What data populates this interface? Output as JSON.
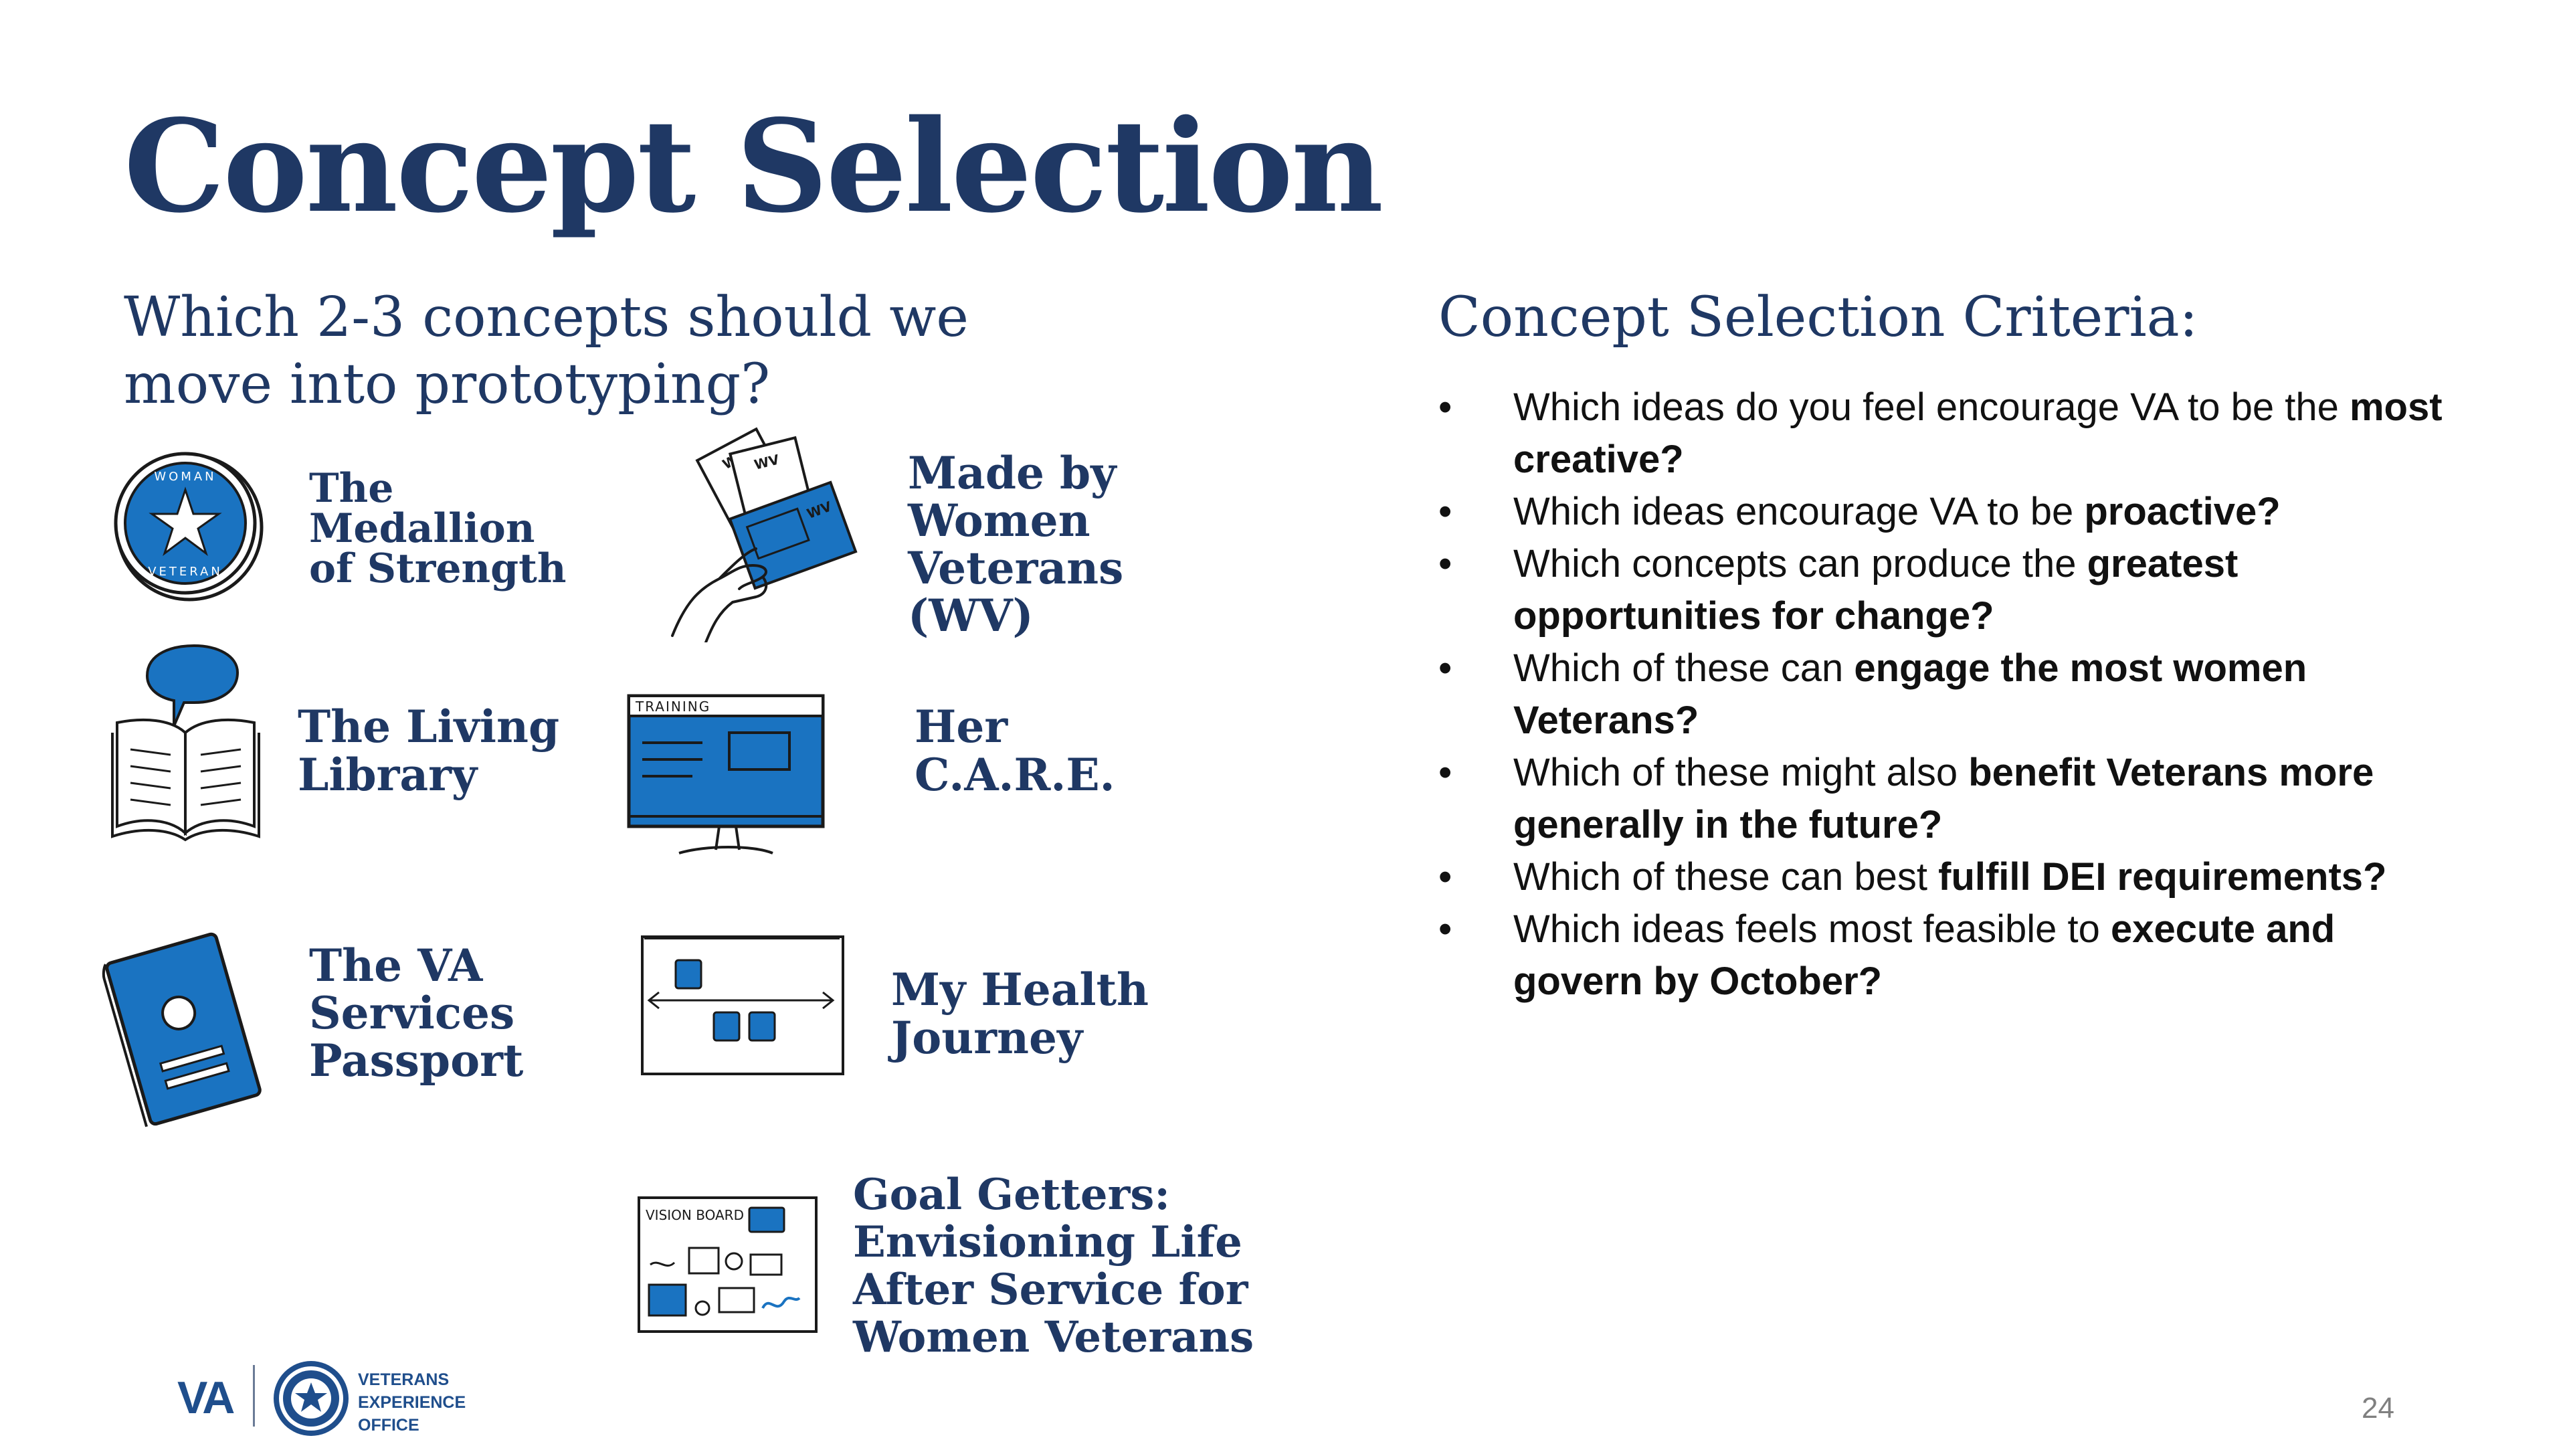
{
  "slide": {
    "title": "Concept Selection",
    "left_subheading": "Which 2-3 concepts should we move into prototyping?",
    "right_subheading": "Concept Selection Criteria:",
    "page_number": "24"
  },
  "concepts": [
    {
      "label_lines": [
        "The",
        "Medallion",
        "of Strength"
      ],
      "icon": "medallion-icon"
    },
    {
      "label_lines": [
        "Made by",
        "Women",
        "Veterans",
        "(WV)"
      ],
      "icon": "cards-in-hand-icon"
    },
    {
      "label_lines": [
        "The Living",
        "Library"
      ],
      "icon": "book-speech-bubble-icon"
    },
    {
      "label_lines": [
        "Her",
        "C.A.R.E."
      ],
      "icon": "monitor-icon"
    },
    {
      "label_lines": [
        "The VA",
        "Services",
        "Passport"
      ],
      "icon": "passport-icon"
    },
    {
      "label_lines": [
        "My Health",
        "Journey"
      ],
      "icon": "journey-board-icon"
    },
    {
      "label_lines": [
        "Goal Getters:",
        "Envisioning Life",
        "After Service for",
        "Women Veterans"
      ],
      "icon": "vision-board-icon"
    }
  ],
  "icon_text": {
    "medallion_top": "WOMAN",
    "medallion_bottom": "VETERAN",
    "card_1": "WV",
    "card_2": "WV",
    "card_3": "WV",
    "monitor": "TRAINING",
    "vision_board": "VISION BOARD"
  },
  "criteria": [
    {
      "bullet": "•",
      "parts": [
        {
          "text": "Which ideas do you feel encourage VA to be the ",
          "bold": false
        },
        {
          "text": "most creative?",
          "bold": true
        }
      ]
    },
    {
      "bullet": "•",
      "parts": [
        {
          "text": "Which ideas encourage VA to be ",
          "bold": false
        },
        {
          "text": "proactive?",
          "bold": true
        }
      ]
    },
    {
      "bullet": "•",
      "parts": [
        {
          "text": "Which concepts can produce the ",
          "bold": false
        },
        {
          "text": "greatest opportunities for change?",
          "bold": true
        }
      ]
    },
    {
      "bullet": "•",
      "parts": [
        {
          "text": "Which of these can ",
          "bold": false
        },
        {
          "text": "engage the most women Veterans?",
          "bold": true
        }
      ]
    },
    {
      "bullet": "•",
      "parts": [
        {
          "text": "Which of these might also ",
          "bold": false
        },
        {
          "text": "benefit Veterans more generally in the future?",
          "bold": true
        }
      ]
    },
    {
      "bullet": "•",
      "parts": [
        {
          "text": "Which of these can best ",
          "bold": false
        },
        {
          "text": "fulfill DEI requirements?",
          "bold": true
        }
      ]
    },
    {
      "bullet": "•",
      "parts": [
        {
          "text": "Which ideas feels most feasible to ",
          "bold": false
        },
        {
          "text": "execute and govern by October?",
          "bold": true
        }
      ]
    }
  ],
  "footer": {
    "logo_text": "VA",
    "office_lines": [
      "VETERANS",
      "EXPERIENCE",
      "OFFICE"
    ]
  },
  "colors": {
    "navy": "#1f3864",
    "icon_blue": "#1a73c1",
    "text": "#111111"
  }
}
